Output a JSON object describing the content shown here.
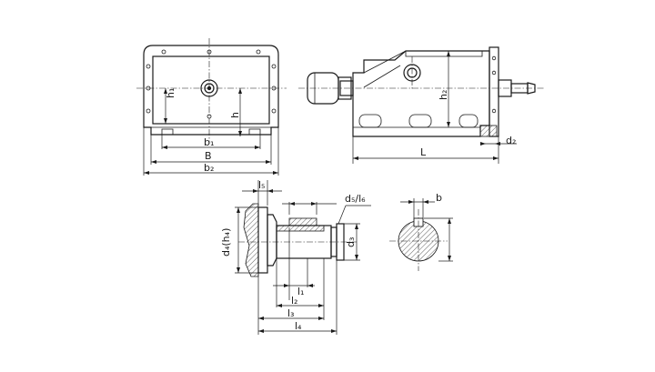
{
  "labels": {
    "h1": "h₁",
    "h": "h",
    "b1": "b₁",
    "B": "B",
    "b2": "b₂",
    "h2": "h₂",
    "L": "L",
    "d2": "d₂",
    "l5": "l₅",
    "d5l6": "d₅/l₆",
    "b": "b",
    "d4h4": "d₄(h₄)",
    "d3": "d₃",
    "l1": "l₁",
    "l2": "l₂",
    "l3": "l₃",
    "l4": "l₄"
  }
}
